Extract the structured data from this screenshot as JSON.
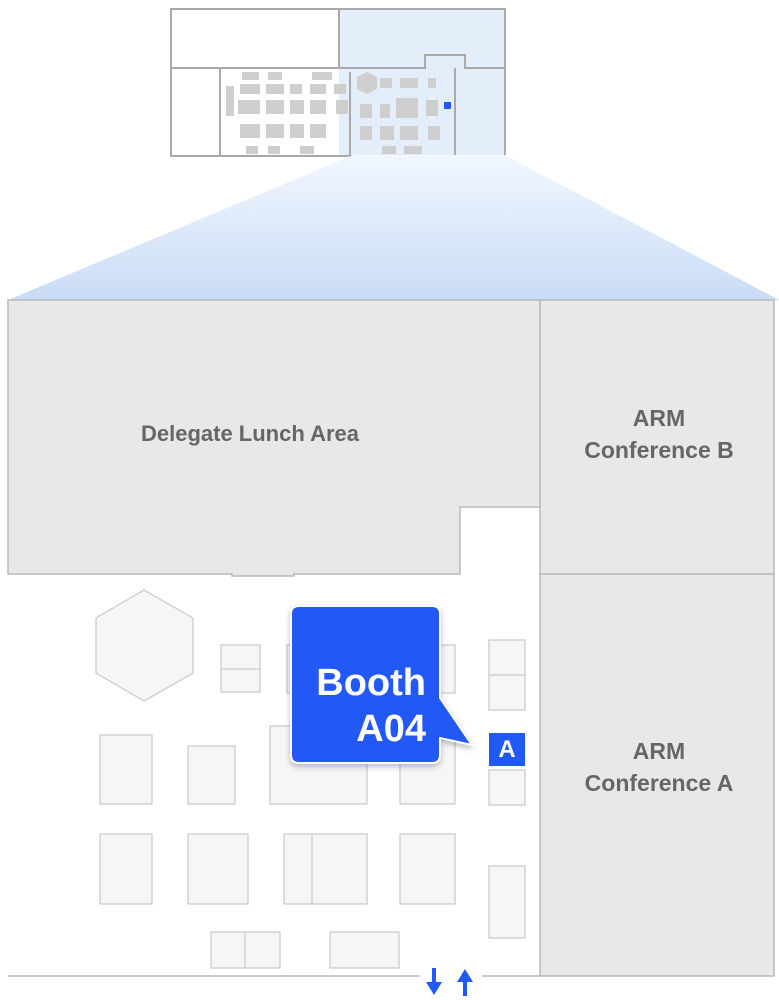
{
  "colors": {
    "accent": "#2059F5",
    "room_fill": "#E8E8E8",
    "room_stroke": "#B9B9B9",
    "room_label": "#666666",
    "booth_fill": "#F6F6F6",
    "booth_stroke": "#C9C9C9",
    "highlight_zone": "#E4EEFB",
    "overview_wall": "#A9A9A9"
  },
  "overview": {
    "name": "venue-overview-minimap",
    "highlighted_zone": "booth-hall-east"
  },
  "rooms": {
    "lunch_area": "Delegate Lunch Area",
    "conference_b": [
      "ARM",
      "Conference B"
    ],
    "conference_a": [
      "ARM",
      "Conference A"
    ]
  },
  "callout": {
    "line1": "Booth",
    "line2": "A04"
  },
  "booth_marker": {
    "label": "A",
    "icon": "booth-logo-icon"
  },
  "exit": {
    "icon": "exit-arrows-icon"
  }
}
